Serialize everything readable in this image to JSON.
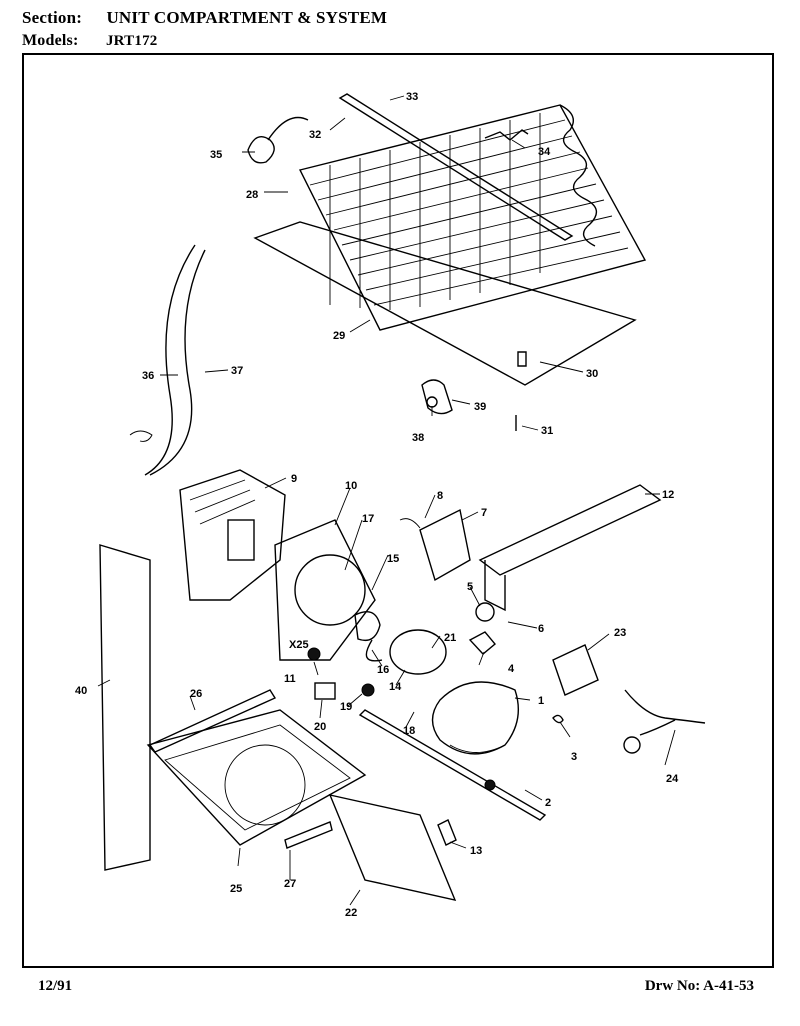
{
  "header": {
    "section_key": "Section:",
    "section_value": "UNIT COMPARTMENT & SYSTEM",
    "models_key": "Models:",
    "models_value": "JRT172"
  },
  "footer": {
    "date": "12/91",
    "drawing_number": "Drw No: A-41-53"
  },
  "callouts": [
    "1",
    "2",
    "3",
    "4",
    "5",
    "6",
    "7",
    "8",
    "9",
    "10",
    "11",
    "12",
    "13",
    "14",
    "15",
    "16",
    "17",
    "18",
    "19",
    "20",
    "21",
    "22",
    "23",
    "24",
    "25",
    "26",
    "27",
    "28",
    "29",
    "30",
    "31",
    "32",
    "33",
    "34",
    "35",
    "36",
    "37",
    "38",
    "39",
    "40"
  ],
  "figure_marking": "X25"
}
